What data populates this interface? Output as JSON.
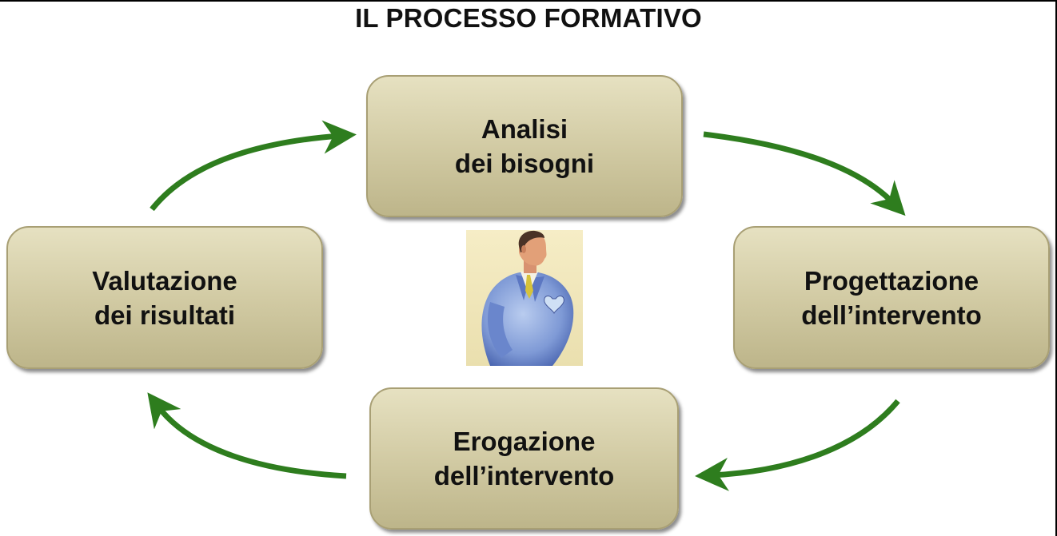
{
  "title": "IL PROCESSO FORMATIVO",
  "steps": [
    {
      "line1": "Analisi",
      "line2": "dei bisogni"
    },
    {
      "line1": "Progettazione",
      "line2": "dell’intervento"
    },
    {
      "line1": "Erogazione",
      "line2": "dell’intervento"
    },
    {
      "line1": "Valutazione",
      "line2": "dei risultati"
    }
  ],
  "colors": {
    "arrow": "#2e7d1e",
    "box_top": "#e6e1c1",
    "box_bottom": "#bdb58a",
    "illustration_bg": "#f3e8b8",
    "suit": "#7f9ad6"
  },
  "illustration": "businessman-clipart"
}
